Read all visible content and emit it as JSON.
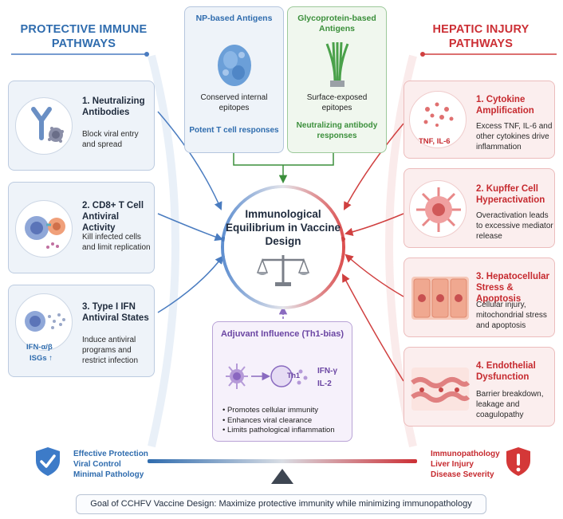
{
  "colors": {
    "protective": "#2f6cae",
    "injury": "#cc2f35",
    "np": "#2f6cae",
    "glyco": "#3b8f3b",
    "adjuvant": "#6b46a3"
  },
  "protective": {
    "heading": "PROTECTIVE IMMUNE PATHWAYS",
    "cards": [
      {
        "title": "1. Neutralizing Antibodies",
        "desc": "Block viral entry and spread"
      },
      {
        "title": "2. CD8+ T Cell Antiviral Activity",
        "desc": "Kill infected cells and limit replication"
      },
      {
        "title": "3. Type I IFN Antiviral States",
        "desc": "Induce antiviral programs and restrict infection",
        "icon_label_1": "IFN-α/β",
        "icon_label_2": "ISGs ↑"
      }
    ]
  },
  "injury": {
    "heading": "HEPATIC INJURY PATHWAYS",
    "cards": [
      {
        "title": "1. Cytokine Amplification",
        "desc": "Excess TNF, IL-6 and other cytokines drive inflammation",
        "icon_label": "TNF, IL-6"
      },
      {
        "title": "2. Kupffer Cell Hyperactivation",
        "desc": "Overactivation leads to excessive mediator release"
      },
      {
        "title": "3. Hepatocellular Stress & Apoptosis",
        "desc": "Cellular injury, mitochondrial stress and apoptosis"
      },
      {
        "title": "4. Endothelial Dysfunction",
        "desc": "Barrier breakdown, leakage and coagulopathy"
      }
    ]
  },
  "antigens": {
    "np": {
      "title": "NP-based Antigens",
      "desc1": "Conserved internal epitopes",
      "desc2": "Potent T cell responses"
    },
    "glyco": {
      "title": "Glycoprotein-based Antigens",
      "desc1": "Surface-exposed epitopes",
      "desc2": "Neutralizing antibody responses"
    }
  },
  "center": {
    "title": "Immunological Equilibrium in Vaccine Design"
  },
  "adjuvant": {
    "title": "Adjuvant Influence (Th1-bias)",
    "th1": "Th1",
    "cytokine_1": "IFN-γ",
    "cytokine_2": "IL-2",
    "bullets": [
      "Promotes cellular immunity",
      "Enhances viral clearance",
      "Limits pathological inflammation"
    ]
  },
  "footer": {
    "left": [
      "Effective Protection",
      "Viral Control",
      "Minimal Pathology"
    ],
    "right": [
      "Immunopathology",
      "Liver Injury",
      "Disease Severity"
    ],
    "goal": "Goal of CCHFV Vaccine Design: Maximize protective immunity while minimizing immunopathology"
  }
}
